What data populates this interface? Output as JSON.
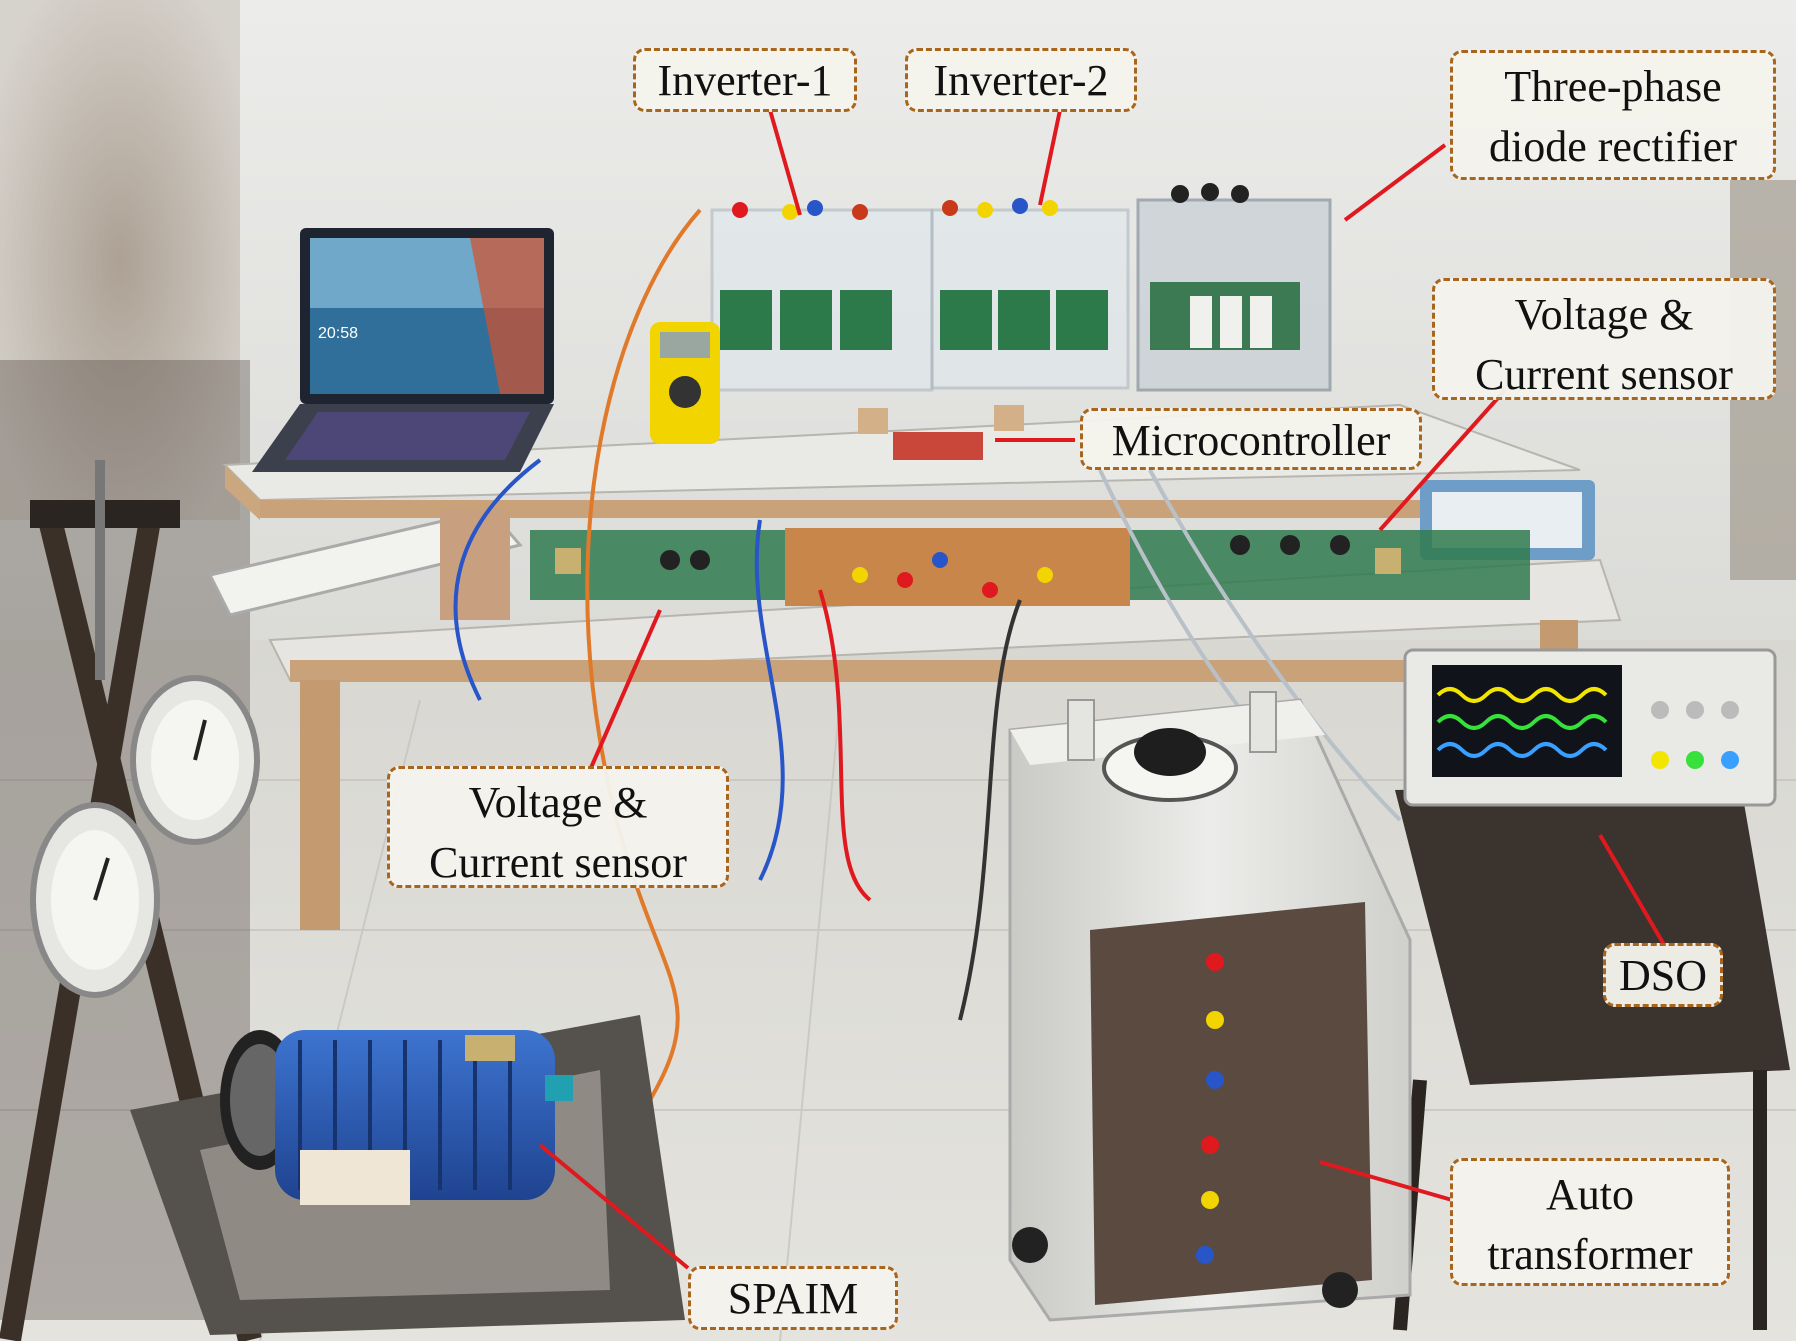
{
  "labels": {
    "inverter_1": "Inverter-1",
    "inverter_2": "Inverter-2",
    "rectifier_line1": "Three-phase",
    "rectifier_line2": "diode rectifier",
    "sensor_top_line1": "Voltage &",
    "sensor_top_line2": "Current sensor",
    "microcontroller": "Microcontroller",
    "sensor_bottom_line1": "Voltage &",
    "sensor_bottom_line2": "Current sensor",
    "dso": "DSO",
    "auto_transformer_line1": "Auto",
    "auto_transformer_line2": "transformer",
    "spaim": "SPAIM"
  },
  "laptop": {
    "clock": "20:58"
  },
  "colors": {
    "callout_border": "#a8651e",
    "leader_line": "#e0191f",
    "callout_fill": "#f4f2ec",
    "motor": "#2f5fb8",
    "autotransformer_body": "#dcdcd8",
    "autotransformer_panel": "#5a4a40",
    "pcb": "#c8864a",
    "scope_trace_1": "#f2e600",
    "scope_trace_2": "#37e03a",
    "scope_trace_3": "#3aa0ff"
  }
}
